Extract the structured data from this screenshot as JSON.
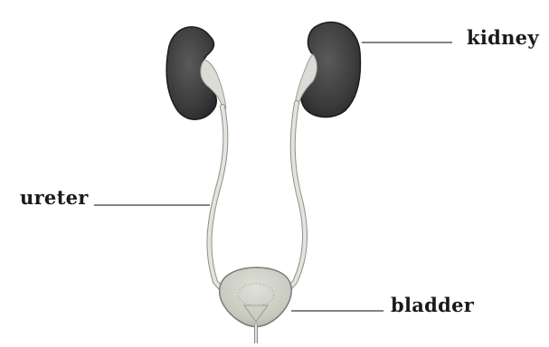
{
  "diagram": {
    "labels": {
      "kidney": "kidney",
      "ureter": "ureter",
      "bladder": "bladder"
    },
    "colors": {
      "kidney_fill": "#3e3e3e",
      "kidney_outline": "#1c1c1c",
      "pelvis_fill": "#dcdcd6",
      "ureter_fill": "#e4e4dc",
      "ureter_outline": "#8f8f8f",
      "bladder_fill": "#cfd1c8",
      "bladder_outline": "#7a7a7a",
      "leader_line": "#3a3a3a",
      "label_text": "#1a1a1a"
    }
  }
}
